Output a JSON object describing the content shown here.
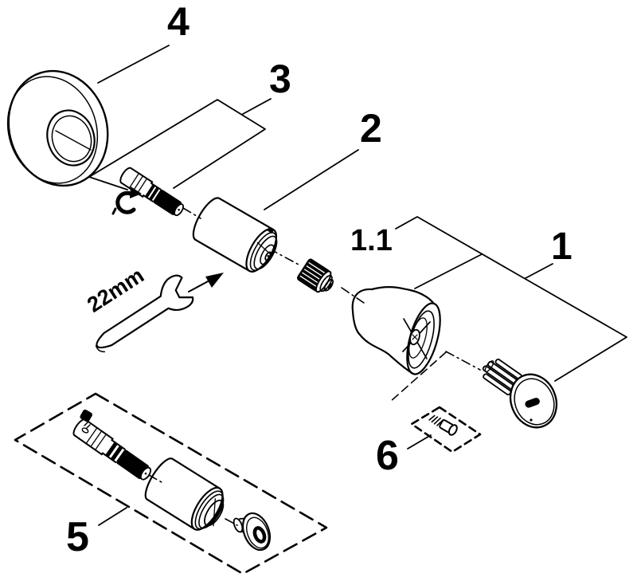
{
  "figure": {
    "type": "exploded-parts-diagram",
    "labels": {
      "part_1": "1",
      "part_1_1": "1.1",
      "part_2": "2",
      "part_3": "3",
      "part_4": "4",
      "part_5": "5",
      "part_6": "6",
      "wrench_size": "22mm"
    },
    "colors": {
      "ink": "#000000",
      "paper": "#ffffff"
    }
  }
}
